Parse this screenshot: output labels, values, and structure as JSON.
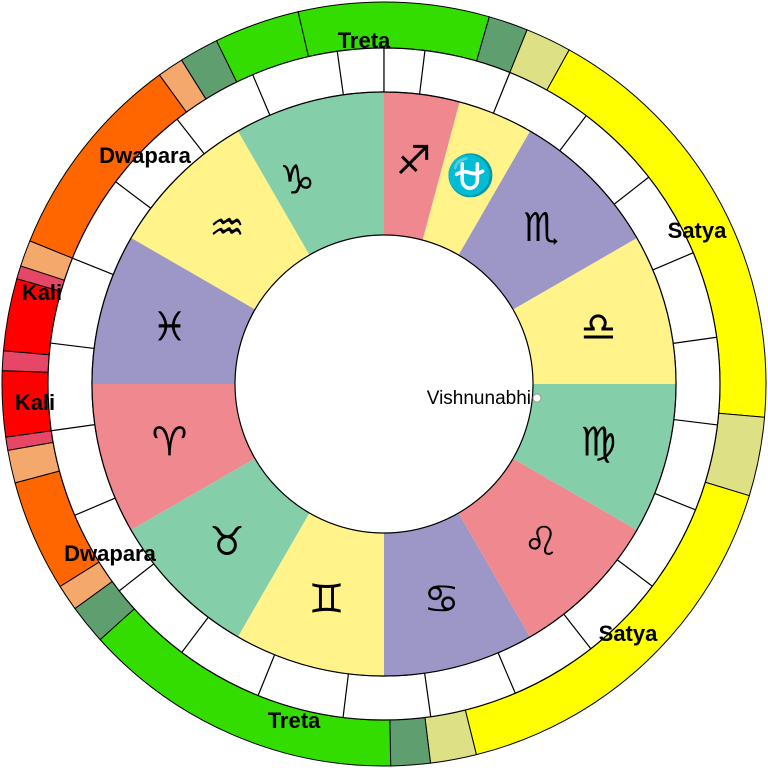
{
  "diagram": {
    "center_label": "Vishnunabhi",
    "colors": {
      "kali": "#ff0000",
      "kali_sandhi": "#e64766",
      "dwapara": "#ff6600",
      "dwapara_sandhi": "#f5a86b",
      "treta": "#33dd00",
      "treta_sandhi": "#5f9f6f",
      "satya": "#ffff00",
      "satya_sandhi": "#dde085",
      "sign_green": "#85ceaa",
      "sign_yellow": "#fff38a",
      "sign_pink": "#f0898f",
      "sign_purple": "#9c97c6",
      "outline": "#000000"
    },
    "zodiac_signs": [
      {
        "symbol": "♑",
        "color": "sign_green"
      },
      {
        "symbol": "♒",
        "color": "sign_yellow"
      },
      {
        "symbol": "♓",
        "color": "sign_purple"
      },
      {
        "symbol": "♈",
        "color": "sign_pink"
      },
      {
        "symbol": "♉",
        "color": "sign_green"
      },
      {
        "symbol": "♊",
        "color": "sign_yellow"
      },
      {
        "symbol": "♋",
        "color": "sign_purple"
      },
      {
        "symbol": "♌",
        "color": "sign_pink"
      },
      {
        "symbol": "♍",
        "color": "sign_green"
      },
      {
        "symbol": "♎",
        "color": "sign_yellow"
      },
      {
        "symbol": "♏",
        "color": "sign_purple"
      },
      {
        "symbol": "⛎",
        "color": "sign_yellow"
      },
      {
        "symbol": "♐",
        "color": "sign_pink"
      }
    ],
    "age_labels": [
      {
        "text": "Treta"
      },
      {
        "text": "Dwapara"
      },
      {
        "text": "Kali"
      },
      {
        "text": "Kali"
      },
      {
        "text": "Dwapara"
      },
      {
        "text": "Treta"
      },
      {
        "text": "Satya"
      },
      {
        "text": "Satya"
      }
    ]
  }
}
